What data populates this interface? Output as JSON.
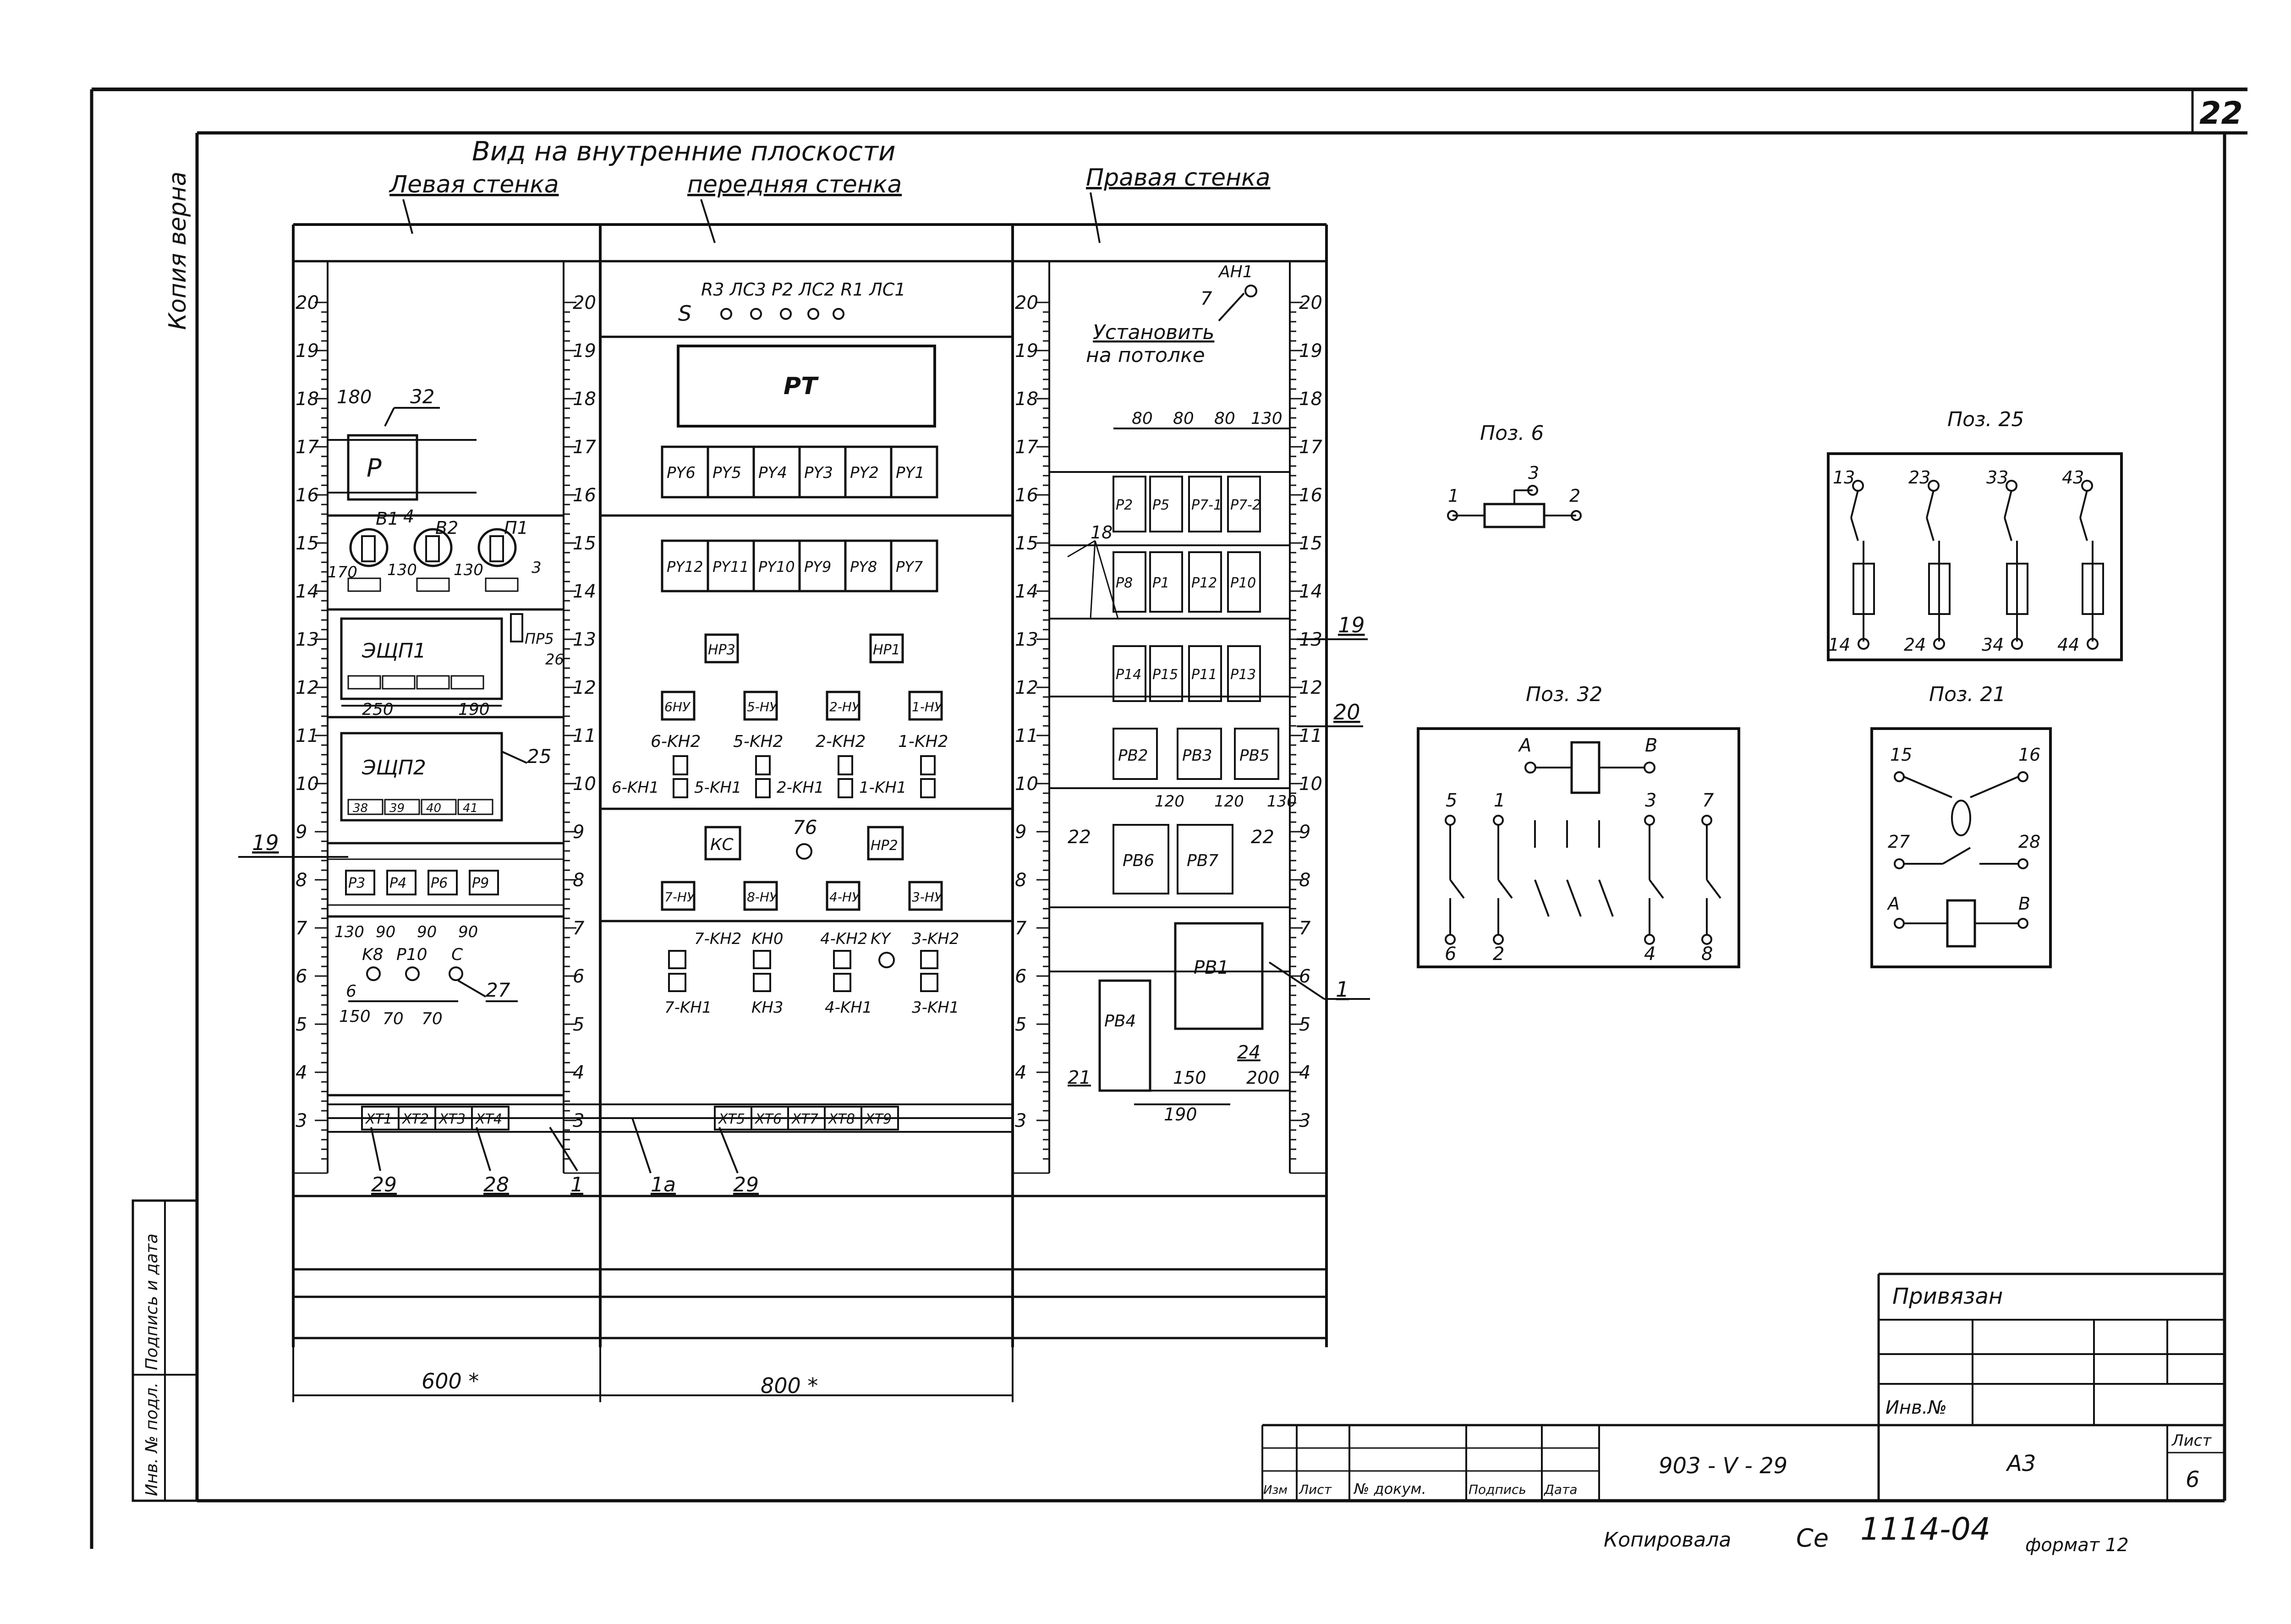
{
  "sheet_number": "22",
  "stamp_vertical": "Копия верна",
  "main_title": "Вид на внутренние плоскости",
  "wall_labels": {
    "left": "Левая стенка",
    "front": "передняя стенка",
    "right": "Правая стенка"
  },
  "scale_ticks": [
    "20",
    "19",
    "18",
    "17",
    "16",
    "15",
    "14",
    "13",
    "12",
    "11",
    "10",
    "9",
    "8",
    "7",
    "6",
    "5",
    "4",
    "3"
  ],
  "left_wall": {
    "dim_180": "180",
    "ref_32": "32",
    "block_p": "P",
    "switch_labels": [
      "B1",
      "4",
      "B2",
      "П1"
    ],
    "dims_row": [
      "170",
      "130",
      "130",
      "3"
    ],
    "shield1": "ЭЩП1",
    "ref_prs": "ПР5",
    "ref_26": "26",
    "dims_250": "250",
    "dims_190": "190",
    "ref_25": "25",
    "shield2": "ЭЩП2",
    "shield2_cells": [
      "38",
      "39",
      "40",
      "41"
    ],
    "ref_19": "19",
    "relays": [
      "P3",
      "P4",
      "P6",
      "P9"
    ],
    "dims_row2": [
      "130",
      "90",
      "90",
      "90"
    ],
    "lamp_labels": [
      "K8",
      "P10",
      "C"
    ],
    "ref_6": "6",
    "ref_27": "27",
    "dims_row3": [
      "150",
      "70",
      "70"
    ],
    "terminals": [
      "XT1",
      "XT2",
      "XT3",
      "XT4"
    ],
    "refs_bottom": [
      "29",
      "28",
      "1"
    ]
  },
  "front_wall": {
    "top_labels": "R3 ЛС3 P2 ЛС2 R1 ЛС1",
    "s_label": "S",
    "pt_label": "PT",
    "row1": [
      "PY6",
      "PY5",
      "PY4",
      "PY3",
      "PY2",
      "PY1"
    ],
    "row2": [
      "PY12",
      "PY11",
      "PY10",
      "PY9",
      "PY8",
      "PY7"
    ],
    "np3": "НР3",
    "np1": "НР1",
    "btns1": [
      "6НУ",
      "5-НУ",
      "2-НУ",
      "1-НУ"
    ],
    "labels_kh2": [
      "6-KH2",
      "5-KH2",
      "2-KH2",
      "1-KH2"
    ],
    "labels_kh1": [
      "6-KH1",
      "5-KH1",
      "2-KH1",
      "1-KH1"
    ],
    "ks": "КС",
    "ref_76": "76",
    "np2": "НР2",
    "btns2": [
      "7-НУ",
      "8-НУ",
      "4-НУ",
      "3-НУ"
    ],
    "labels_lower_top": [
      "7-KH2",
      "KH0",
      "4-KH2",
      "KY",
      "3-KH2"
    ],
    "labels_lower_bot": [
      "7-KH1",
      "KH3",
      "4-KH1",
      "3-KH1"
    ],
    "terminals": [
      "XT5",
      "XT6",
      "XT7",
      "XT8",
      "XT9"
    ],
    "ref_1a": "1a",
    "ref_29": "29"
  },
  "right_wall": {
    "an1": "AH1",
    "ref_7": "7",
    "note1": "Установить",
    "note2": "на потолке",
    "dims_top": [
      "80",
      "80",
      "80",
      "130"
    ],
    "row1": [
      "P2",
      "P5",
      "P7-1",
      "P7-2"
    ],
    "ref_18": "18",
    "row2": [
      "P8",
      "P1",
      "P12",
      "P10"
    ],
    "row3": [
      "P14",
      "P15",
      "P11",
      "P13"
    ],
    "ref_19": "19",
    "ref_20": "20",
    "row4": [
      "PB2",
      "PB3",
      "PB5"
    ],
    "dims_mid": [
      "120",
      "120",
      "130"
    ],
    "ref_22a": "22",
    "ref_22b": "22",
    "row5": [
      "PB6",
      "PB7"
    ],
    "pb1": "PB1",
    "pb4": "PB4",
    "ref_1": "1",
    "ref_21": "21",
    "ref_24": "24",
    "dims_bot": [
      "150",
      "200"
    ],
    "dim_190": "190"
  },
  "dims_overall": [
    "600 *",
    "800 *"
  ],
  "poz6": {
    "title": "Поз. 6",
    "pins": [
      "1",
      "3",
      "2"
    ]
  },
  "poz25": {
    "title": "Поз. 25",
    "pins_top": [
      "13",
      "23",
      "33",
      "43"
    ],
    "pins_bot": [
      "14",
      "24",
      "34",
      "44"
    ]
  },
  "poz32": {
    "title": "Поз. 32",
    "coil": [
      "A",
      "B"
    ],
    "pins_top": [
      "5",
      "1",
      "3",
      "7"
    ],
    "pins_bot": [
      "6",
      "2",
      "4",
      "8"
    ]
  },
  "poz21": {
    "title": "Поз. 21",
    "pins": [
      "15",
      "16",
      "27",
      "28",
      "A",
      "B"
    ]
  },
  "stamp": {
    "privyazan": "Привязан",
    "inv": "Инв.№",
    "doc_code": "903 - V - 29",
    "format_code": "A3",
    "list_label": "Лист",
    "list_num": "6",
    "cols": [
      "Изм",
      "Лист",
      "№ докум.",
      "Подпись",
      "Дата"
    ],
    "side_labels": [
      "Инв. № подл.",
      "Подпись и дата"
    ],
    "copied": "Копировала",
    "copied_num": "1114-04",
    "format_note": "формат 12"
  }
}
